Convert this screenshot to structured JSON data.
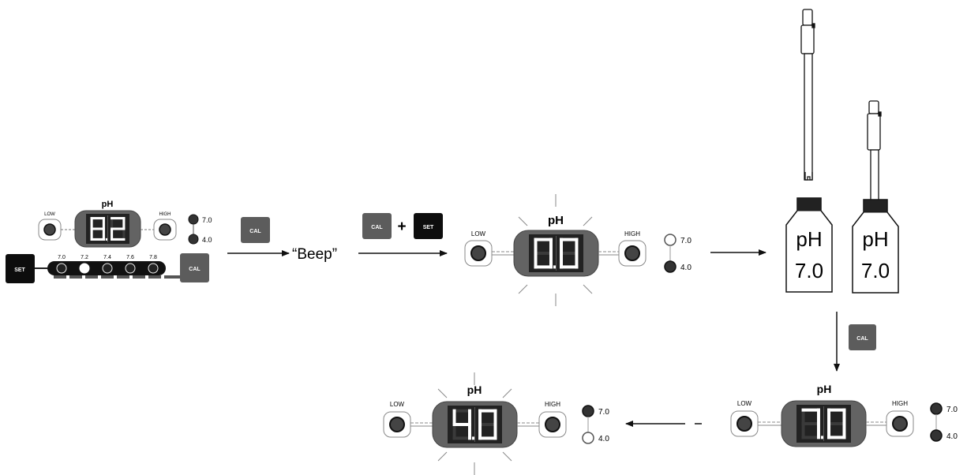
{
  "panel1": {
    "ph_label": "pH",
    "low_label": "LOW",
    "high_label": "HIGH",
    "display": "8.2",
    "cal_options": [
      "7.0",
      "4.0"
    ],
    "set_label": "SET",
    "cal_label": "CAL",
    "targets": [
      "7.0",
      "7.2",
      "7.4",
      "7.6",
      "7.8"
    ]
  },
  "step1": {
    "cal_label": "CAL",
    "beep_text": "“Beep”"
  },
  "step2": {
    "cal_label": "CAL",
    "plus": "+",
    "set_label": "SET"
  },
  "panel2": {
    "ph_label": "pH",
    "low_label": "LOW",
    "high_label": "HIGH",
    "display": "0.0",
    "cal_options": [
      "7.0",
      "4.0"
    ]
  },
  "bottles": [
    {
      "line1": "pH",
      "line2": "7.0"
    },
    {
      "line1": "pH",
      "line2": "7.0"
    }
  ],
  "step3": {
    "cal_label": "CAL"
  },
  "panel3": {
    "ph_label": "pH",
    "low_label": "LOW",
    "high_label": "HIGH",
    "display": "7.0",
    "cal_options": [
      "7.0",
      "4.0"
    ]
  },
  "panel4": {
    "ph_label": "pH",
    "low_label": "LOW",
    "high_label": "HIGH",
    "display": "4.0",
    "cal_options": [
      "7.0",
      "4.0"
    ]
  },
  "colors": {
    "body": "#636363",
    "dark": "#222222",
    "button_black": "#0d0d0d",
    "button_grey": "#5c5c5c",
    "segment": "#ffffff"
  }
}
